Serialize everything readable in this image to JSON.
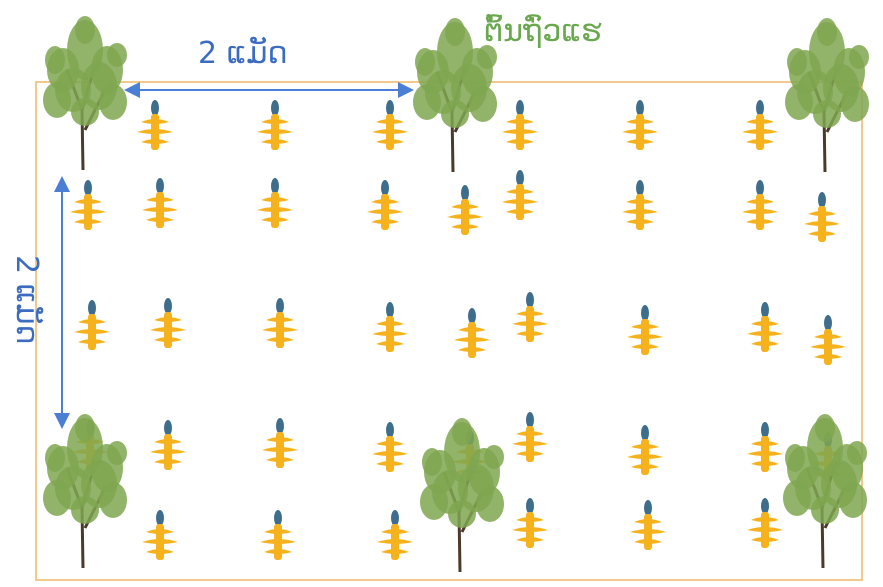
{
  "labels": {
    "horizontal_spacing": "2 ແມັດ",
    "vertical_spacing": "2 ແມັດ",
    "tree_label": "ຕົ້ນຖົ່ວແຮ"
  },
  "colors": {
    "field_border": "#f1c98a",
    "dimension_line": "#4a7fd4",
    "tree_foliage": "#7fa650",
    "tree_trunk": "#4a3a2a",
    "pineapple_body": "#f5b21c",
    "pineapple_crown": "#3f6e8c"
  },
  "icons": {
    "tree": "pigeon-pea-tree-icon",
    "plant": "pineapple-plant-icon"
  }
}
